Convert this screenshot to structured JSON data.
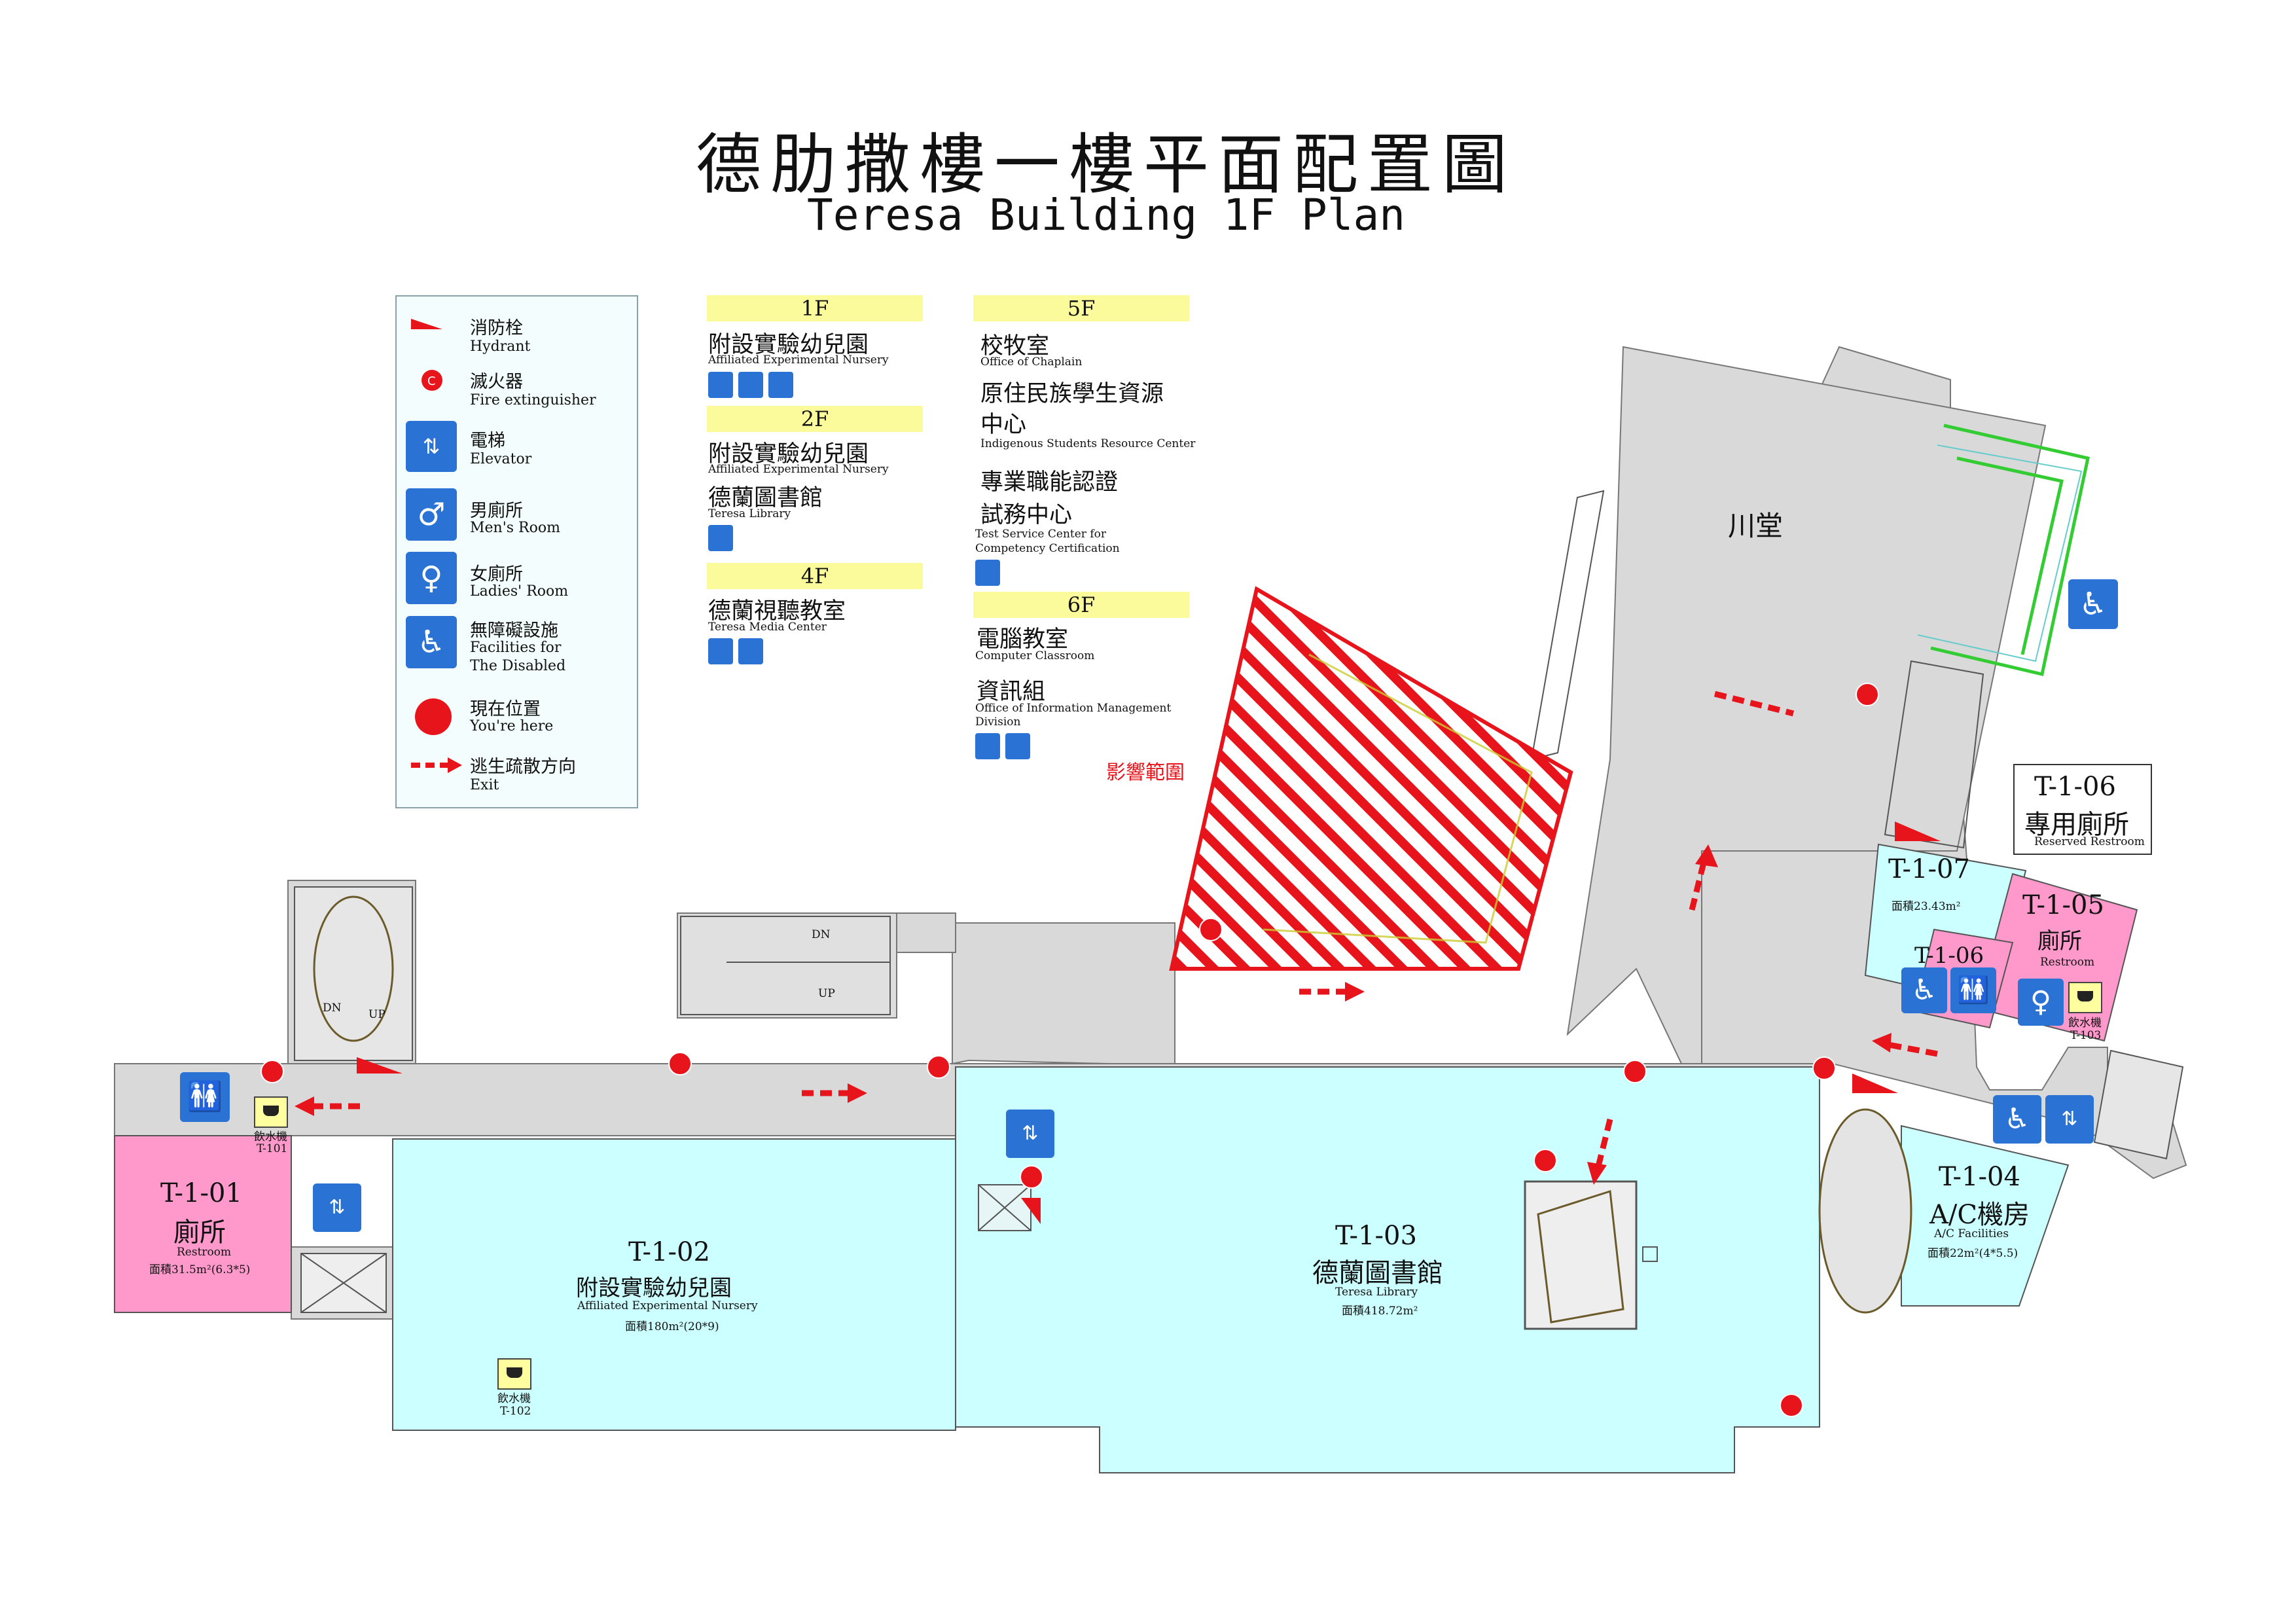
{
  "title_zh": "德肋撒樓一樓平面配置圖",
  "title_en": "Teresa Building 1F Plan",
  "legend": {
    "items": [
      {
        "zh": "消防栓",
        "en": "Hydrant",
        "icon": "hydrant-icon"
      },
      {
        "zh": "滅火器",
        "en": "Fire extinguisher",
        "icon": "fire-extinguisher-icon"
      },
      {
        "zh": "電梯",
        "en": "Elevator",
        "icon": "elevator-icon"
      },
      {
        "zh": "男廁所",
        "en": "Men's Room",
        "icon": "mens-room-icon"
      },
      {
        "zh": "女廁所",
        "en": "Ladies' Room",
        "icon": "ladies-room-icon"
      },
      {
        "zh": "無障礙設施",
        "en1": "Facilities for",
        "en2": "The Disabled",
        "icon": "wheelchair-icon"
      },
      {
        "zh": "現在位置",
        "en": "You're here",
        "icon": "you-are-here-icon"
      },
      {
        "zh": "逃生疏散方向",
        "en": "Exit",
        "icon": "exit-arrow-icon"
      }
    ]
  },
  "floors": {
    "f1": {
      "label": "1F",
      "zh": "附設實驗幼兒園",
      "en": "Affiliated Experimental Nursery"
    },
    "f2": {
      "label": "2F",
      "zh1": "附設實驗幼兒園",
      "en1": "Affiliated Experimental Nursery",
      "zh2": "德蘭圖書館",
      "en2": "Teresa Library"
    },
    "f4": {
      "label": "4F",
      "zh": "德蘭視聽教室",
      "en": "Teresa Media Center"
    },
    "f5": {
      "label": "5F",
      "zh1": "校牧室",
      "en1": "Office of Chaplain",
      "zh2a": "原住民族學生資源",
      "zh2b": "中心",
      "en2": "Indigenous Students Resource Center",
      "zh3a": "專業職能認證",
      "zh3b": "試務中心",
      "en3a": "Test Service Center for",
      "en3b": "Competency Certification"
    },
    "f6": {
      "label": "6F",
      "zh1": "電腦教室",
      "en1": "Computer Classroom",
      "zh2": "資訊組",
      "en2a": "Office of Information Management",
      "en2b": "Division"
    }
  },
  "map": {
    "impact_zone": "影響範圍",
    "hall": "川堂",
    "rooms": {
      "t101": {
        "id": "T-1-01",
        "zh": "廁所",
        "en": "Restroom",
        "area": "面積31.5m²(6.3*5)"
      },
      "t102": {
        "id": "T-1-02",
        "zh": "附設實驗幼兒園",
        "en": "Affiliated Experimental Nursery",
        "area": "面積180m²(20*9)"
      },
      "t103": {
        "id": "T-1-03",
        "zh": "德蘭圖書館",
        "en": "Teresa Library",
        "area": "面積418.72m²"
      },
      "t104": {
        "id": "T-1-04",
        "zh": "A/C機房",
        "en": "A/C Facilities",
        "area": "面積22m²(4*5.5)"
      },
      "t105": {
        "id": "T-1-05",
        "zh": "廁所",
        "en": "Restroom"
      },
      "t106": {
        "id": "T-1-06"
      },
      "t107": {
        "id": "T-1-07",
        "area": "面積23.43m²"
      },
      "reserved": {
        "id": "T-1-06",
        "zh": "專用廁所",
        "en": "Reserved Restroom"
      }
    },
    "water": {
      "w1": {
        "zh": "飲水機",
        "id": "T-101"
      },
      "w2": {
        "zh": "飲水機",
        "id": "T-102"
      },
      "w3": {
        "zh": "飲水機",
        "id": "T-103"
      }
    },
    "stairs": {
      "dn": "DN",
      "up": "UP"
    },
    "colors": {
      "corridor": "#d9d9d9",
      "library": "#ccffff",
      "restroom": "#ff99cc",
      "impact": "#e8141b",
      "icon": "#2a73d4"
    }
  }
}
